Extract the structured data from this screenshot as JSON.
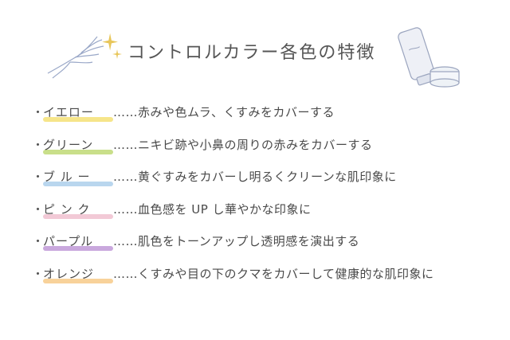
{
  "title": "コントロルカラー各色の特徴",
  "icons": {
    "hand": "hand-illustration-icon",
    "sparkle": "sparkle-icon",
    "cosmetics": "cosmetic-tube-jar-icon"
  },
  "items": [
    {
      "name": "イエロー",
      "desc": "……赤みや色ムラ、くすみをカバーする",
      "color": "#f6e58a"
    },
    {
      "name": "グリーン",
      "desc": "……ニキビ跡や小鼻の周りの赤みをカバーする",
      "color": "#c9df8a"
    },
    {
      "name": "ブ ル ー",
      "desc": "……黄ぐすみをカバーし明るくクリーンな肌印象に",
      "color": "#b9d6ee"
    },
    {
      "name": "ピ ン ク",
      "desc": "……血色感を UP し華やかな印象に",
      "color": "#f2c9d6"
    },
    {
      "name": "パープル",
      "desc": "……肌色をトーンアップし透明感を演出する",
      "color": "#c9a8dd"
    },
    {
      "name": "オレンジ",
      "desc": "……くすみや目の下のクマをカバーして健康的な肌印象に",
      "color": "#f8d29a"
    }
  ]
}
